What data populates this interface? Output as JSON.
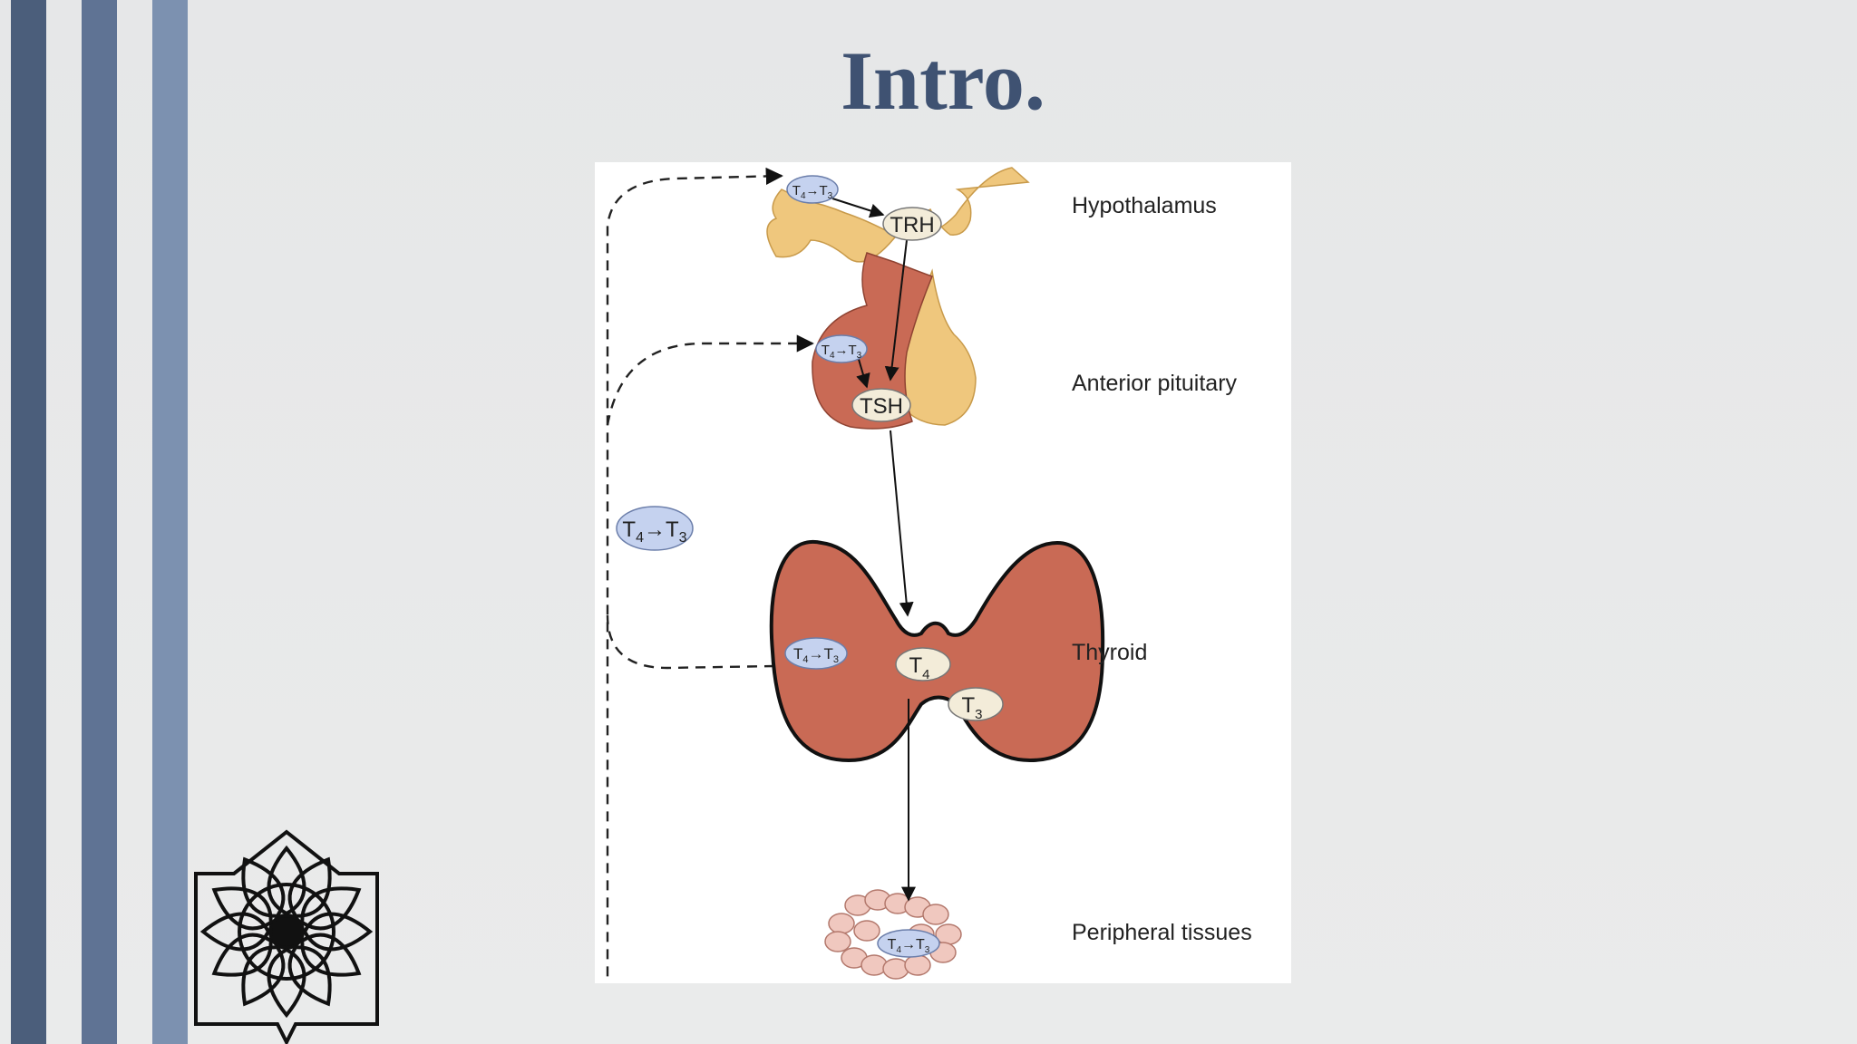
{
  "slide": {
    "title": "Intro."
  },
  "diagram": {
    "organs": {
      "hypothalamus": "Hypothalamus",
      "pituitary": "Anterior pituitary",
      "thyroid": "Thyroid",
      "peripheral": "Peripheral tissues"
    },
    "hormones": {
      "trh": "TRH",
      "tsh": "TSH",
      "t4": "T",
      "t4_sub": "4",
      "t3": "T",
      "t3_sub": "3"
    },
    "conversion": {
      "t": "T",
      "sub4": "4",
      "arrow": "→",
      "sub3": "3"
    },
    "colors": {
      "gland": "#c96a55",
      "hypothalamus": "#efc77d",
      "enzyme": "#c5d2ef",
      "hormone_bubble": "#f3ecd9",
      "text": "#222222"
    }
  },
  "logo": {
    "icon": "rosette-emblem-icon"
  }
}
